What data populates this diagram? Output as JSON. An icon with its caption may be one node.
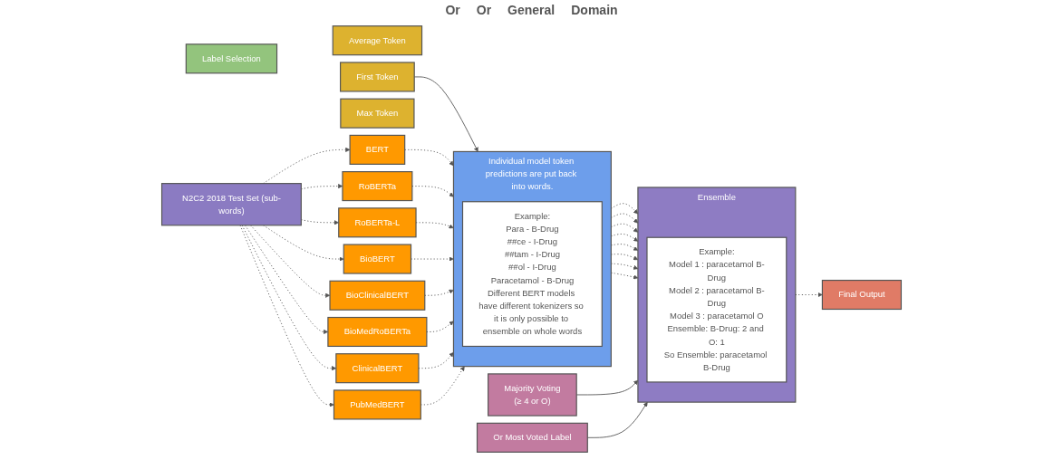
{
  "diagram": {
    "nodes": [
      {
        "text": [
          "Label Selection"
        ]
      },
      {
        "text": [
          "Average Token"
        ]
      },
      {
        "text": [
          "First Token"
        ]
      },
      {
        "text": [
          "Max Token"
        ]
      },
      {
        "text": [
          "N2C2 2018 Test Set (sub-words)"
        ]
      },
      {
        "text": [
          "BERT"
        ]
      },
      {
        "text": [
          "RoBERTa"
        ]
      },
      {
        "text": [
          "RoBERTa-L"
        ]
      },
      {
        "text": [
          "BioBERT"
        ]
      },
      {
        "text": [
          "BioClinicalBERT"
        ]
      },
      {
        "text": [
          "BioMedRoBERTa"
        ]
      },
      {
        "text": [
          "ClinicalBERT"
        ]
      },
      {
        "text": [
          "PubMedBERT"
        ]
      },
      {
        "text": [
          "Individual model token predictions are put back into words."
        ]
      },
      {
        "text": [
          "Example:",
          "Para - B-Drug",
          "##ce - I-Drug",
          "##tam - I-Drug",
          "##ol - I-Drug",
          "Paracetamol - B-Drug",
          "Different BERT models have different tokenizers so it is only possible to ensemble on whole words"
        ],
        "in": 13
      },
      {
        "text": [
          "Majority Voting",
          "(≥ 4 or O)"
        ]
      },
      {
        "text": [
          "Ensemble"
        ]
      },
      {
        "text": [
          "Example:",
          "Model 1 : paracetamol B-Drug",
          "Model 2 : paracetamol B-Drug",
          "Model 3 : paracetamol O",
          "Ensemble: B-Drug: 2 and O: 1",
          "So Ensemble: paracetamol B-Drug"
        ],
        "in": 16
      },
      {
        "text": [
          "Final Output"
        ]
      },
      {
        "text": [
          "Or Most Voted Label"
        ]
      }
    ],
    "edges": [
      {
        "from": 2,
        "to": 13,
        "arrow": "to"
      },
      {
        "from": 4,
        "to": 5,
        "arrow": "to",
        "style": "dashed"
      },
      {
        "from": 4,
        "to": 6,
        "arrow": "to",
        "style": "dashed"
      },
      {
        "from": 4,
        "to": 7,
        "arrow": "to",
        "style": "dashed"
      },
      {
        "from": 4,
        "to": 8,
        "arrow": "to",
        "style": "dashed"
      },
      {
        "from": 4,
        "to": 9,
        "arrow": "to",
        "style": "dashed"
      },
      {
        "from": 4,
        "to": 10,
        "arrow": "to",
        "style": "dashed"
      },
      {
        "from": 4,
        "to": 11,
        "arrow": "to",
        "style": "dashed"
      },
      {
        "from": 4,
        "to": 12,
        "arrow": "to",
        "style": "dashed"
      },
      {
        "from": 5,
        "to": 13,
        "arrow": "to",
        "style": "dashed"
      },
      {
        "from": 6,
        "to": 13,
        "arrow": "to",
        "style": "dashed"
      },
      {
        "from": 7,
        "to": 13,
        "arrow": "to",
        "style": "dashed"
      },
      {
        "from": 8,
        "to": 13,
        "arrow": "to",
        "style": "dashed"
      },
      {
        "from": 9,
        "to": 13,
        "arrow": "to",
        "style": "dashed"
      },
      {
        "from": 10,
        "to": 13,
        "arrow": "to",
        "style": "dashed"
      },
      {
        "from": 11,
        "to": 13,
        "arrow": "to",
        "style": "dashed"
      },
      {
        "from": 12,
        "to": 13,
        "arrow": "to",
        "style": "dashed"
      },
      {
        "from": 13,
        "to": 16,
        "arrow": "to",
        "style": "dashed"
      },
      {
        "from": 13,
        "to": 16,
        "arrow": "to",
        "style": "dashed"
      },
      {
        "from": 13,
        "to": 16,
        "arrow": "to",
        "style": "dashed"
      },
      {
        "from": 13,
        "to": 16,
        "arrow": "to",
        "style": "dashed"
      },
      {
        "from": 13,
        "to": 16,
        "arrow": "to",
        "style": "dashed"
      },
      {
        "from": 13,
        "to": 16,
        "arrow": "to",
        "style": "dashed"
      },
      {
        "from": 13,
        "to": 16,
        "arrow": "to",
        "style": "dashed"
      },
      {
        "from": 13,
        "to": 16,
        "arrow": "to",
        "style": "dashed"
      },
      {
        "from": 15,
        "to": 16,
        "arrow": "to"
      },
      {
        "from": 19,
        "to": 16,
        "arrow": "to"
      },
      {
        "from": 16,
        "to": 18,
        "arrow": "to",
        "style": "dashed"
      }
    ],
    "labels": [
      "Or",
      "Or",
      "General",
      "Domain"
    ]
  }
}
